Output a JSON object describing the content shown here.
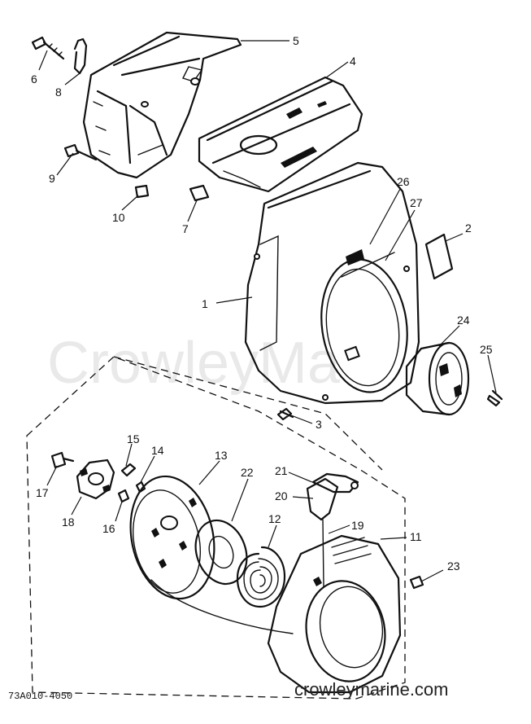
{
  "watermark": "CrowleyMa",
  "drawing_number": "73A010-4050",
  "site_url": "crowleymarine.com",
  "callouts": [
    "1",
    "2",
    "3",
    "4",
    "5",
    "6",
    "7",
    "8",
    "9",
    "10",
    "11",
    "12",
    "13",
    "14",
    "15",
    "16",
    "17",
    "18",
    "19",
    "20",
    "21",
    "22",
    "23",
    "24",
    "25",
    "26",
    "27"
  ]
}
